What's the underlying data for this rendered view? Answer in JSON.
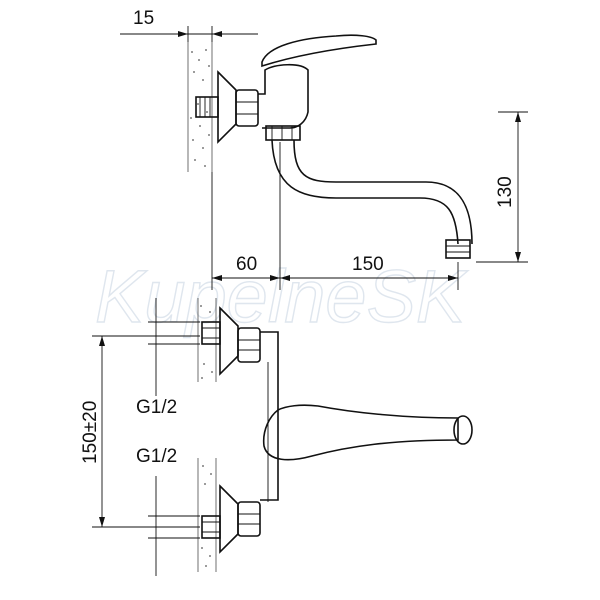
{
  "dimensions": {
    "wall_offset": "15",
    "spout_height": "130",
    "body_depth": "60",
    "spout_reach": "150",
    "inlet_spacing": "150±20",
    "thread_upper": "G1/2",
    "thread_lower": "G1/2"
  },
  "watermark": "KupelneSK"
}
